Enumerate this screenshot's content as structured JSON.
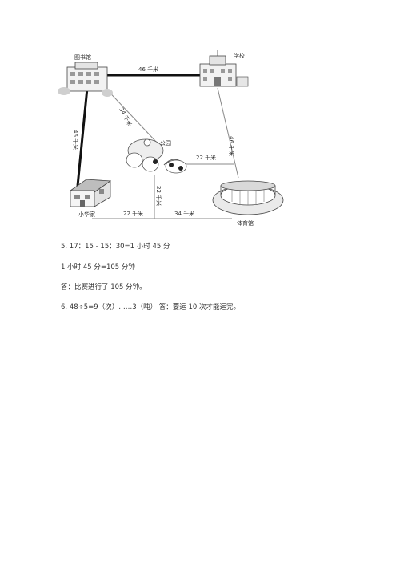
{
  "map": {
    "places": {
      "library": "图书馆",
      "school": "学校",
      "park": "公园",
      "home": "小华家",
      "stadium": "体育馆"
    },
    "distances": {
      "library_school": "46 千米",
      "library_park": "34 千米",
      "library_home": "46 千米",
      "school_stadium": "46 千米",
      "park_stadium": "22 千米",
      "park_down": "22 千米",
      "home_mid": "22 千米",
      "mid_stadium": "34 千米"
    }
  },
  "answers": [
    "5. 17：15 - 15：30=1 小时 45 分",
    "1 小时 45 分=105 分钟",
    "答：比赛进行了 105 分钟。",
    "6. 48÷5=9（次）……3（吨）   答：要运 10 次才能运完。"
  ]
}
